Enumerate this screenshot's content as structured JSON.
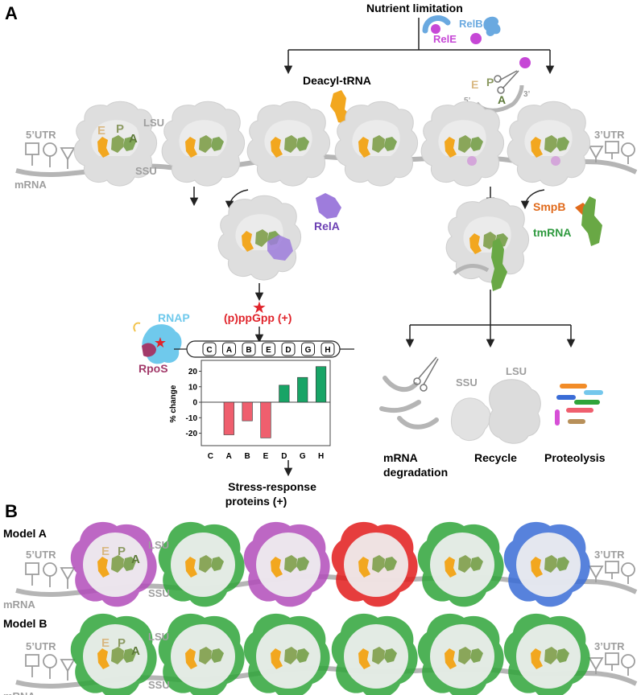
{
  "panel_a": {
    "letter": "A",
    "trigger": "Nutrient limitation",
    "toxin": "RelE",
    "antitoxin": "RelB",
    "deacyl": "Deacyl-tRNA",
    "sites": {
      "e": "E",
      "p": "P",
      "a": "A"
    },
    "lsu": "LSU",
    "ssu": "SSU",
    "utr5": "5’UTR",
    "utr3": "3’UTR",
    "mrna": "mRNA",
    "prime5": "5’",
    "prime3": "3’",
    "rela": "RelA",
    "smpb": "SmpB",
    "tmrna": "tmRNA",
    "alarmone": "(p)ppGpp (+)",
    "rnap": "RNAP",
    "rpos": "RpoS",
    "genes": [
      "C",
      "A",
      "B",
      "E",
      "D",
      "G",
      "H"
    ],
    "stress_line1": "Stress-response",
    "stress_line2": "proteins (+)",
    "outcome_mrna_line1": "mRNA",
    "outcome_mrna_line2": "degradation",
    "outcome_recycle": "Recycle",
    "outcome_proteolysis": "Proteolysis",
    "recycle_ssu": "SSU",
    "recycle_lsu": "LSU"
  },
  "chart_data": {
    "type": "bar",
    "categories": [
      "C",
      "A",
      "B",
      "E",
      "D",
      "G",
      "H"
    ],
    "values": [
      0,
      -21,
      -12,
      -23,
      11,
      16,
      23
    ],
    "ylabel": "% change",
    "yticks": [
      20,
      10,
      0,
      -10,
      -20
    ],
    "ylim": [
      -28,
      27
    ],
    "colors": {
      "negative": "#ef5f6e",
      "positive": "#18a466"
    }
  },
  "panel_b": {
    "letter": "B",
    "model_a": "Model A",
    "model_b": "Model B",
    "model_a_colors": [
      "#b14cba",
      "#2fa43a",
      "#b14cba",
      "#e21b1b",
      "#2fa43a",
      "#3a6cd6"
    ],
    "model_b_colors": [
      "#2fa43a",
      "#2fa43a",
      "#2fa43a",
      "#2fa43a",
      "#2fa43a",
      "#2fa43a"
    ]
  },
  "colors": {
    "ribosome": "#dcdcdc",
    "e_site": "#f2a71f",
    "p_site": "#8aa65a",
    "a_site": "#6f9a3e",
    "mrna": "#b5b5b5",
    "rela": "#9e7cdc",
    "smpb": "#e06a1b",
    "tmrna": "#69a845",
    "rnap": "#6fc9ec",
    "rpos": "#a23a6a",
    "alarmone": "#e0242b",
    "rele": "#c647d6",
    "relb": "#6aa9e0"
  }
}
